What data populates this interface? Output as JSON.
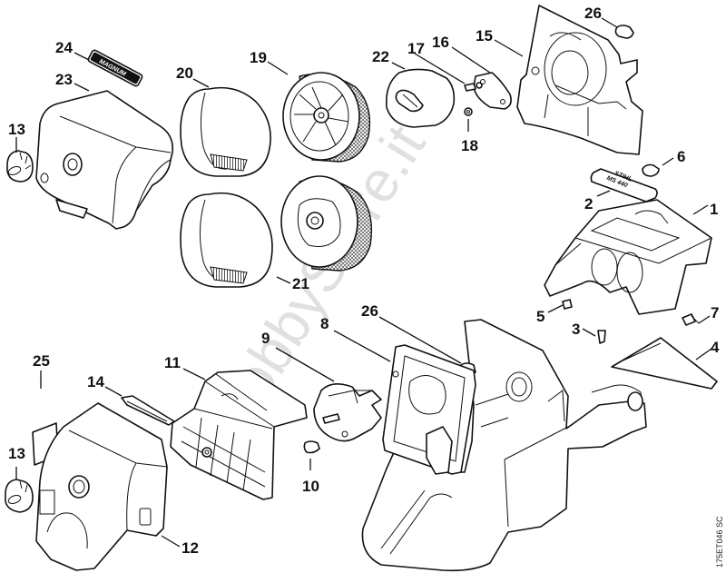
{
  "diagram": {
    "title": "Exploded parts diagram — air filter, shroud and handle assembly",
    "watermark": "HobbyStore.it",
    "reference_code": "175ET046 SC",
    "labels": {
      "magnum_badge": "MAGNUM",
      "model_badge_line1": "STIHL",
      "model_badge_line2": "MS 440"
    },
    "callouts": [
      {
        "id": "1",
        "part": "shroud"
      },
      {
        "id": "2",
        "part": "model-badge"
      },
      {
        "id": "3",
        "part": "grommet"
      },
      {
        "id": "4",
        "part": "baffle-plate"
      },
      {
        "id": "5",
        "part": "screw"
      },
      {
        "id": "6",
        "part": "rubber-plug"
      },
      {
        "id": "7",
        "part": "screw"
      },
      {
        "id": "8",
        "part": "carburetor-box-gasket"
      },
      {
        "id": "9",
        "part": "choke-bracket"
      },
      {
        "id": "10",
        "part": "screw"
      },
      {
        "id": "11",
        "part": "air-filter-lower"
      },
      {
        "id": "12",
        "part": "filter-cover-standard"
      },
      {
        "id": "13",
        "part": "cover-knob"
      },
      {
        "id": "14",
        "part": "cover-strip"
      },
      {
        "id": "15",
        "part": "carburetor-box"
      },
      {
        "id": "16",
        "part": "filter-plate"
      },
      {
        "id": "17",
        "part": "stud"
      },
      {
        "id": "18",
        "part": "nut"
      },
      {
        "id": "19",
        "part": "air-filter-hd"
      },
      {
        "id": "20",
        "part": "prefilter-sleeve"
      },
      {
        "id": "21",
        "part": "prefilter-sleeve-fine"
      },
      {
        "id": "22",
        "part": "foam-filter"
      },
      {
        "id": "23",
        "part": "filter-cover-magnum"
      },
      {
        "id": "24",
        "part": "magnum-badge"
      },
      {
        "id": "25",
        "part": "decal"
      },
      {
        "id": "26",
        "part": "plug"
      }
    ],
    "callout_text": {
      "c1": "1",
      "c2": "2",
      "c3": "3",
      "c4": "4",
      "c5": "5",
      "c6": "6",
      "c7": "7",
      "c8": "8",
      "c9": "9",
      "c10": "10",
      "c11": "11",
      "c12": "12",
      "c13a": "13",
      "c13b": "13",
      "c14": "14",
      "c15": "15",
      "c16": "16",
      "c17": "17",
      "c18": "18",
      "c19": "19",
      "c20": "20",
      "c21": "21",
      "c22": "22",
      "c23": "23",
      "c24": "24",
      "c25": "25",
      "c26a": "26",
      "c26b": "26"
    }
  }
}
